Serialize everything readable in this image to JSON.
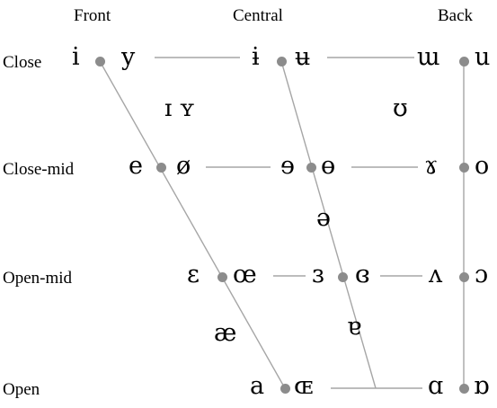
{
  "columns": {
    "front": "Front",
    "central": "Central",
    "back": "Back"
  },
  "rows": {
    "close": "Close",
    "close_mid": "Close-mid",
    "open_mid": "Open-mid",
    "open": "Open"
  },
  "vowels": {
    "close": {
      "front_unrounded": "i",
      "front_rounded": "y",
      "central_unrounded": "ɨ",
      "central_rounded": "ʉ",
      "back_unrounded": "ɯ",
      "back_rounded": "u"
    },
    "near_close": {
      "front": "ɪ ʏ",
      "back": "ʊ"
    },
    "close_mid": {
      "front_unrounded": "e",
      "front_rounded": "ø",
      "central_unrounded": "ɘ",
      "central_rounded": "ɵ",
      "back_unrounded": "ɤ",
      "back_rounded": "o"
    },
    "mid": {
      "central": "ə"
    },
    "open_mid": {
      "front_unrounded": "ɛ",
      "front_rounded": "œ",
      "central_unrounded": "ɜ",
      "central_rounded": "ɞ",
      "back_unrounded": "ʌ",
      "back_rounded": "ɔ"
    },
    "near_open": {
      "front": "æ",
      "central": "ɐ"
    },
    "open": {
      "front_unrounded": "a",
      "front_rounded": "ɶ",
      "back_unrounded": "ɑ",
      "back_rounded": "ɒ"
    }
  },
  "colors": {
    "line": "#a6a6a6",
    "dot": "#8c8c8c",
    "text": "#000000",
    "background": "#ffffff"
  }
}
